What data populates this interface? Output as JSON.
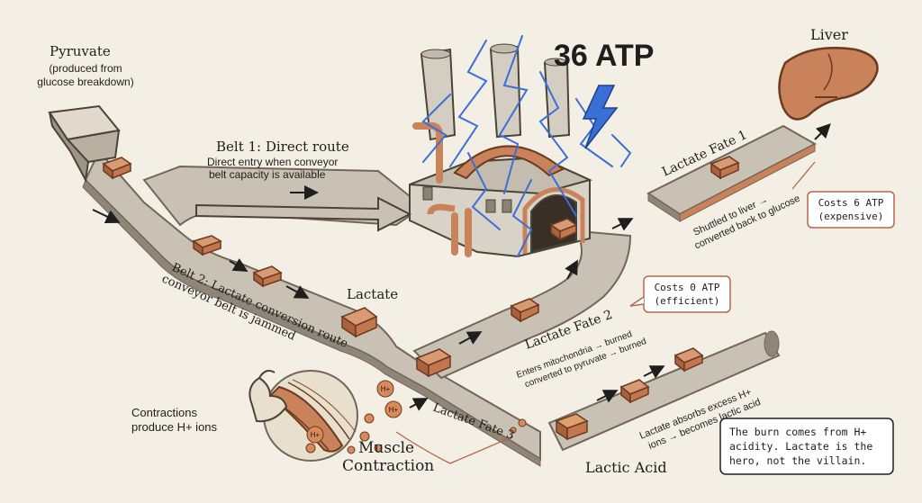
{
  "title": "36 ATP",
  "pyruvate": {
    "label": "Pyruvate",
    "note_line1": "(produced from",
    "note_line2": "glucose breakdown)"
  },
  "belt1": {
    "title": "Belt 1: Direct route",
    "desc_line1": "Direct entry when conveyor",
    "desc_line2": "belt capacity is available"
  },
  "belt2": {
    "title": "Belt 2: Lactate conversion route",
    "desc": "conveyor belt is jammed"
  },
  "lactate_label": "Lactate",
  "liver_label": "Liver",
  "fate1": {
    "title": "Lactate Fate 1",
    "desc_line1": "Shuttled to liver →",
    "desc_line2": "converted back to glucose",
    "cost_line1": "Costs 6 ATP",
    "cost_line2": "(expensive)"
  },
  "fate2": {
    "title": "Lactate Fate 2",
    "desc_line1": "Enters mitochondria → burned",
    "desc_line2": "converted to pyruvate → burned",
    "cost_line1": "Costs 0 ATP",
    "cost_line2": "(efficient)"
  },
  "fate3": {
    "title": "Lactate Fate 3",
    "desc_line1": "Lactate absorbs excess H+",
    "desc_line2": "ions → becomes lactic acid"
  },
  "lactic_acid_label": "Lactic Acid",
  "contractions": {
    "line1": "Contractions",
    "line2": "produce H+ ions"
  },
  "muscle": {
    "line1": "Muscle",
    "line2": "Contraction",
    "ion": "H+"
  },
  "callout": {
    "line1": "The burn comes from H+",
    "line2": "acidity. Lactate is the",
    "line3": "hero, not the villain."
  },
  "colors": {
    "background": "#f4efe4",
    "belt": "#c9c1b3",
    "belt_dark": "#8f8677",
    "copper": "#c9825a",
    "copper_dark": "#8e4d2b",
    "lightning": "#3a6fd8",
    "callout_border": "#b5674a"
  },
  "icons": [
    "hopper-icon",
    "factory-icon",
    "lightning-icon",
    "liver-icon",
    "muscle-icon",
    "flexed-arm-icon",
    "crate-icon",
    "arrow-icon"
  ]
}
